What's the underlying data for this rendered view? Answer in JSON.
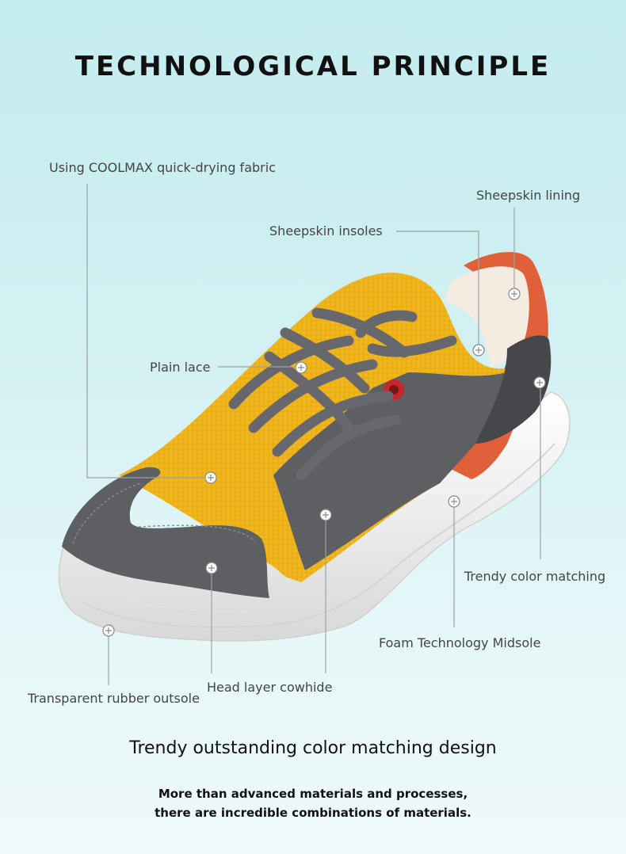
{
  "title": "TECHNOLOGICAL PRINCIPLE",
  "callouts": {
    "fabric": "Using COOLMAX quick-drying fabric",
    "lining": "Sheepskin lining",
    "insoles": "Sheepskin insoles",
    "lace": "Plain lace",
    "trendy": "Trendy color matching",
    "midsole": "Foam Technology Midsole",
    "cowhide": "Head layer cowhide",
    "outsole": "Transparent rubber outsole"
  },
  "tagline": "Trendy outstanding color matching design",
  "description": {
    "line1": "More than advanced materials and processes,",
    "line2": "there are incredible combinations of materials."
  },
  "colors": {
    "yellow_knit": "#f1b81e",
    "grey_leather": "#5d5f63",
    "orange_heel": "#e0603a",
    "sole_white": "#f2f2f2",
    "leader_line": "#9aa3a6"
  }
}
